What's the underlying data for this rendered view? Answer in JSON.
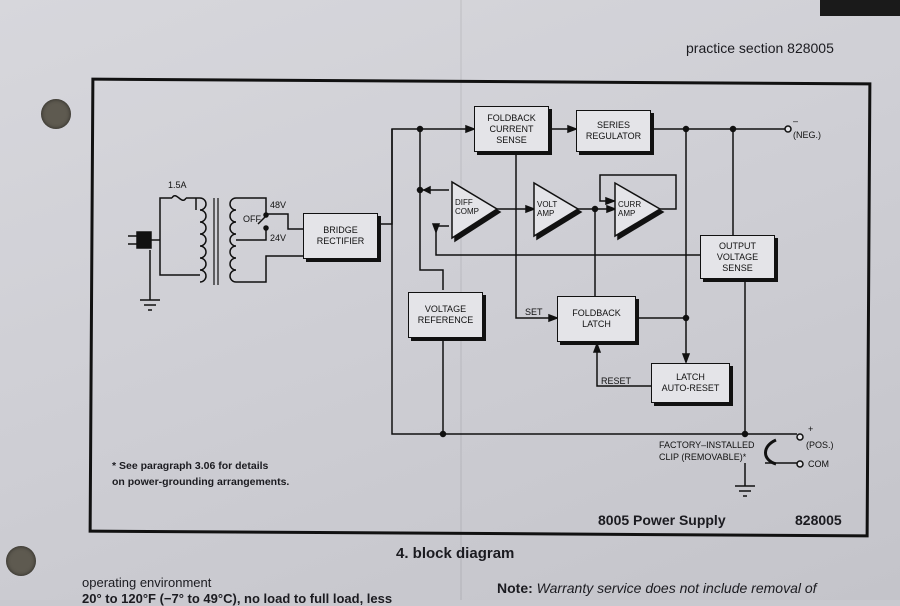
{
  "header": {
    "section": "practice section 828005"
  },
  "diagram": {
    "blocks": {
      "bridge_rectifier": "BRIDGE\nRECTIFIER",
      "foldback_current_sense": "FOLDBACK\nCURRENT\nSENSE",
      "series_regulator": "SERIES\nREGULATOR",
      "output_voltage_sense": "OUTPUT\nVOLTAGE\nSENSE",
      "voltage_reference": "VOLTAGE\nREFERENCE",
      "foldback_latch": "FOLDBACK\nLATCH",
      "latch_auto_reset": "LATCH\nAUTO-RESET"
    },
    "amplifiers": {
      "diff_comp": "DIFF\nCOMP",
      "volt_amp": "VOLT\nAMP",
      "curr_amp": "CURR\nAMP"
    },
    "labels": {
      "fuse": "1.5A",
      "tap_48v": "48V",
      "switch_off": "OFF",
      "tap_24v": "24V",
      "neg_terminal": "(NEG.)",
      "neg_sign": "–",
      "pos_sign": "+",
      "pos_terminal": "(POS.)",
      "com_terminal": "COM",
      "set": "SET",
      "reset": "RESET",
      "clip_line1": "FACTORY–INSTALLED",
      "clip_line2": "CLIP (REMOVABLE)*"
    },
    "note": "* See paragraph 3.06 for details\non power-grounding arrangements.",
    "footer_name": "8005 Power Supply",
    "footer_code": "828005"
  },
  "caption": "4.  block diagram",
  "below": {
    "left_line": "operating environment",
    "left_cut": "20° to 120°F (−7° to 49°C), no load to full load, less",
    "right_note_label": "Note:",
    "right_note_text": "Warranty service does not include removal of"
  },
  "colors": {
    "ink": "#111111",
    "paper": "#d2d2d8"
  }
}
